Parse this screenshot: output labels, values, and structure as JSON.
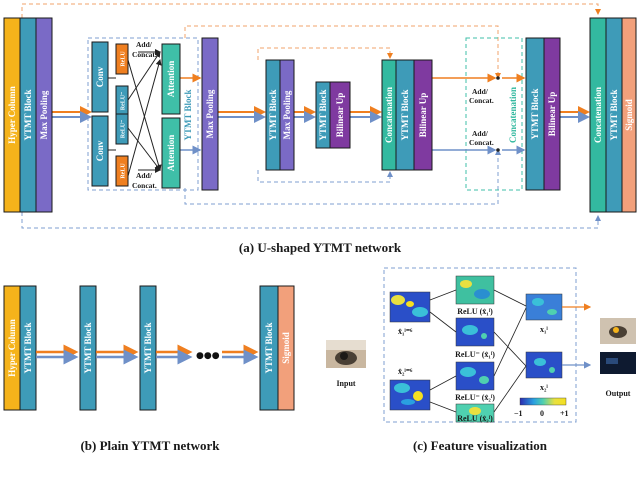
{
  "colors": {
    "hyper_column": "#f5b31b",
    "ytmt_block": "#3e9bb8",
    "pooling": "#7a6ac6",
    "attention": "#3fbfa8",
    "bilinear_up": "#7f3aa0",
    "concatenation": "#33b9a0",
    "sigmoid": "#f2a07b",
    "relu": "#ef7f20",
    "conv": "#3e9bb8",
    "arrow_orange": "#ef7f20",
    "arrow_blue": "#6f90c8"
  },
  "labels": {
    "hyper_column": "Hyper Column",
    "ytmt_block": "YTMT Block",
    "max_pooling": "Max Pooling",
    "conv": "Conv",
    "relu_pos": "ReLU",
    "relu_neg": "ReLU⁻",
    "add_concat_1": "Add/",
    "add_concat_2": "Concat.",
    "attention": "Attention",
    "concatenation": "Concatenation",
    "bilinear_up": "Bilinear Up",
    "sigmoid": "Sigmoid",
    "ellipsis": "●●●",
    "input": "Input",
    "output": "Output"
  },
  "feature_vis": {
    "x1_in": "x̂₁ˡ⁼⁶",
    "x2_in": "x̂₂ˡ⁼⁶",
    "relu_x1": "ReLU (x̂₁ˡ)",
    "relu_neg_x1": "ReLU⁻ (x̂₁ˡ)",
    "relu_neg_x2": "ReLU⁻ (x̂₂ˡ)",
    "relu_x2": "ReLU (x̂₂ˡ)",
    "x1_out": "x₁ˡ",
    "x2_out": "x₂ˡ",
    "colorbar_min": "−1",
    "colorbar_mid": "0",
    "colorbar_max": "+1"
  },
  "captions": {
    "a": "(a) U-shaped YTMT network",
    "b": "(b) Plain YTMT network",
    "c": "(c) Feature visualization"
  }
}
